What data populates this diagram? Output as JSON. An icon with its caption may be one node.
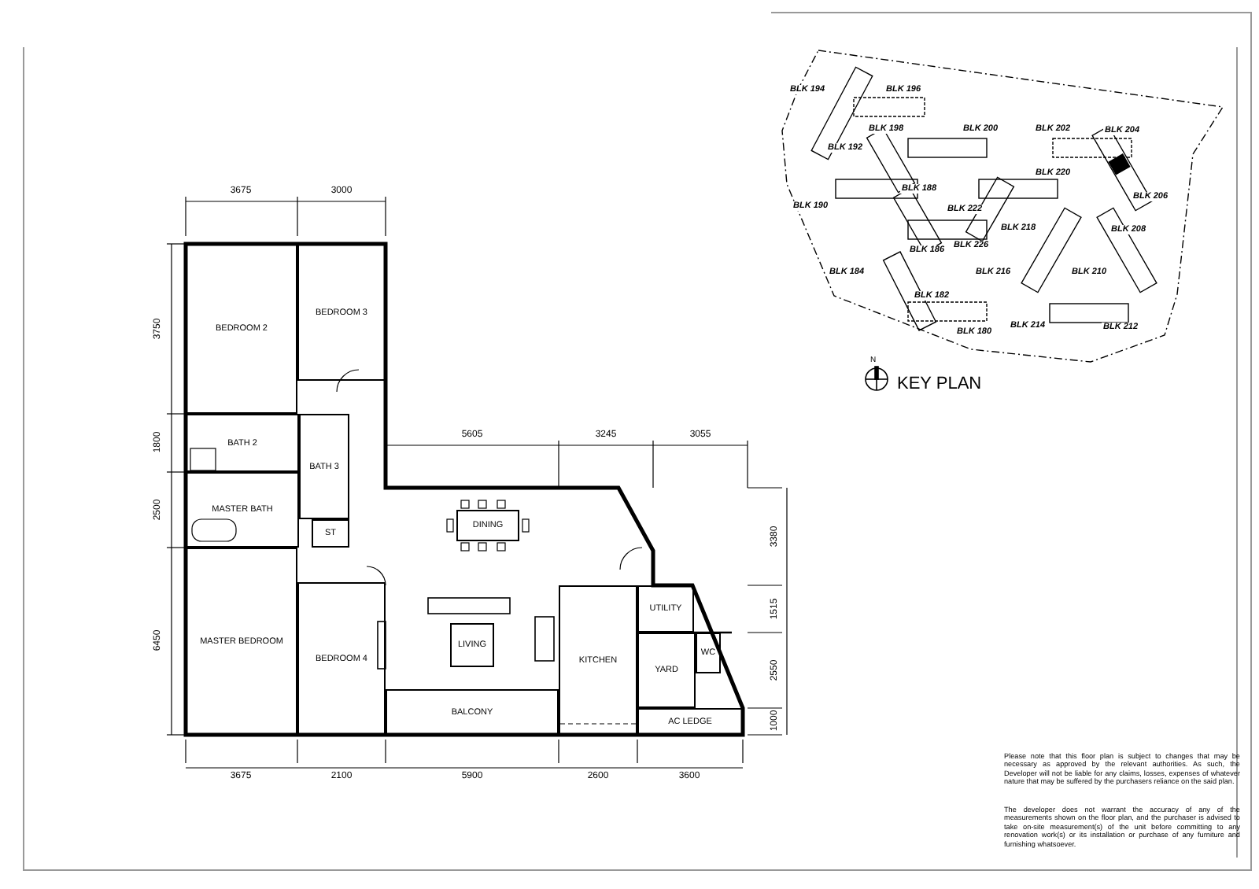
{
  "diagram": {
    "nodes": [
      {
        "text": [
          "BEDROOM 2"
        ]
      },
      {
        "text": [
          "BEDROOM 3"
        ]
      },
      {
        "text": [
          "BATH 2"
        ]
      },
      {
        "text": [
          "BATH 3"
        ]
      },
      {
        "text": [
          "MASTER BATH"
        ]
      },
      {
        "text": [
          "ST"
        ]
      },
      {
        "text": [
          "DINING"
        ]
      },
      {
        "text": [
          "MASTER BEDROOM"
        ]
      },
      {
        "text": [
          "BEDROOM 4"
        ]
      },
      {
        "text": [
          "LIVING"
        ]
      },
      {
        "text": [
          "BALCONY"
        ]
      },
      {
        "text": [
          "KITCHEN"
        ]
      },
      {
        "text": [
          "UTILITY"
        ]
      },
      {
        "text": [
          "YARD"
        ]
      },
      {
        "text": [
          "WC"
        ]
      },
      {
        "text": [
          "AC LEDGE"
        ]
      }
    ],
    "edges": [],
    "labels": [
      "3675",
      "3000",
      "3750",
      "1800",
      "2500",
      "6450",
      "5605",
      "3245",
      "3055",
      "3380",
      "1515",
      "2550",
      "1000",
      "3675",
      "2100",
      "5900",
      "2600",
      "3600",
      "BLK 194",
      "BLK 196",
      "BLK 198",
      "BLK 200",
      "BLK 202",
      "BLK 204",
      "BLK 192",
      "BLK 220",
      "BLK 188",
      "BLK 206",
      "BLK 190",
      "BLK 222",
      "BLK 218",
      "BLK 208",
      "BLK 226",
      "BLK 186",
      "BLK 184",
      "BLK 216",
      "BLK 210",
      "BLK 182",
      "BLK 180",
      "BLK 214",
      "BLK 212",
      "N",
      "KEY PLAN",
      "Please note that this floor plan is subject to changes that may be necessary as approved by the relevant authorities. As such, the Developer will not be liable for any claims, losses, expenses of whatever nature that may be suffered by the purchasers reliance on the said plan.",
      "The developer does not warrant the accuracy of any of the measurements shown on the floor plan, and the purchaser is advised to take on-site measurement(s) of the unit before committing to any renovation work(s) or its installation or purchase of any furniture and furnishing whatsoever."
    ]
  }
}
